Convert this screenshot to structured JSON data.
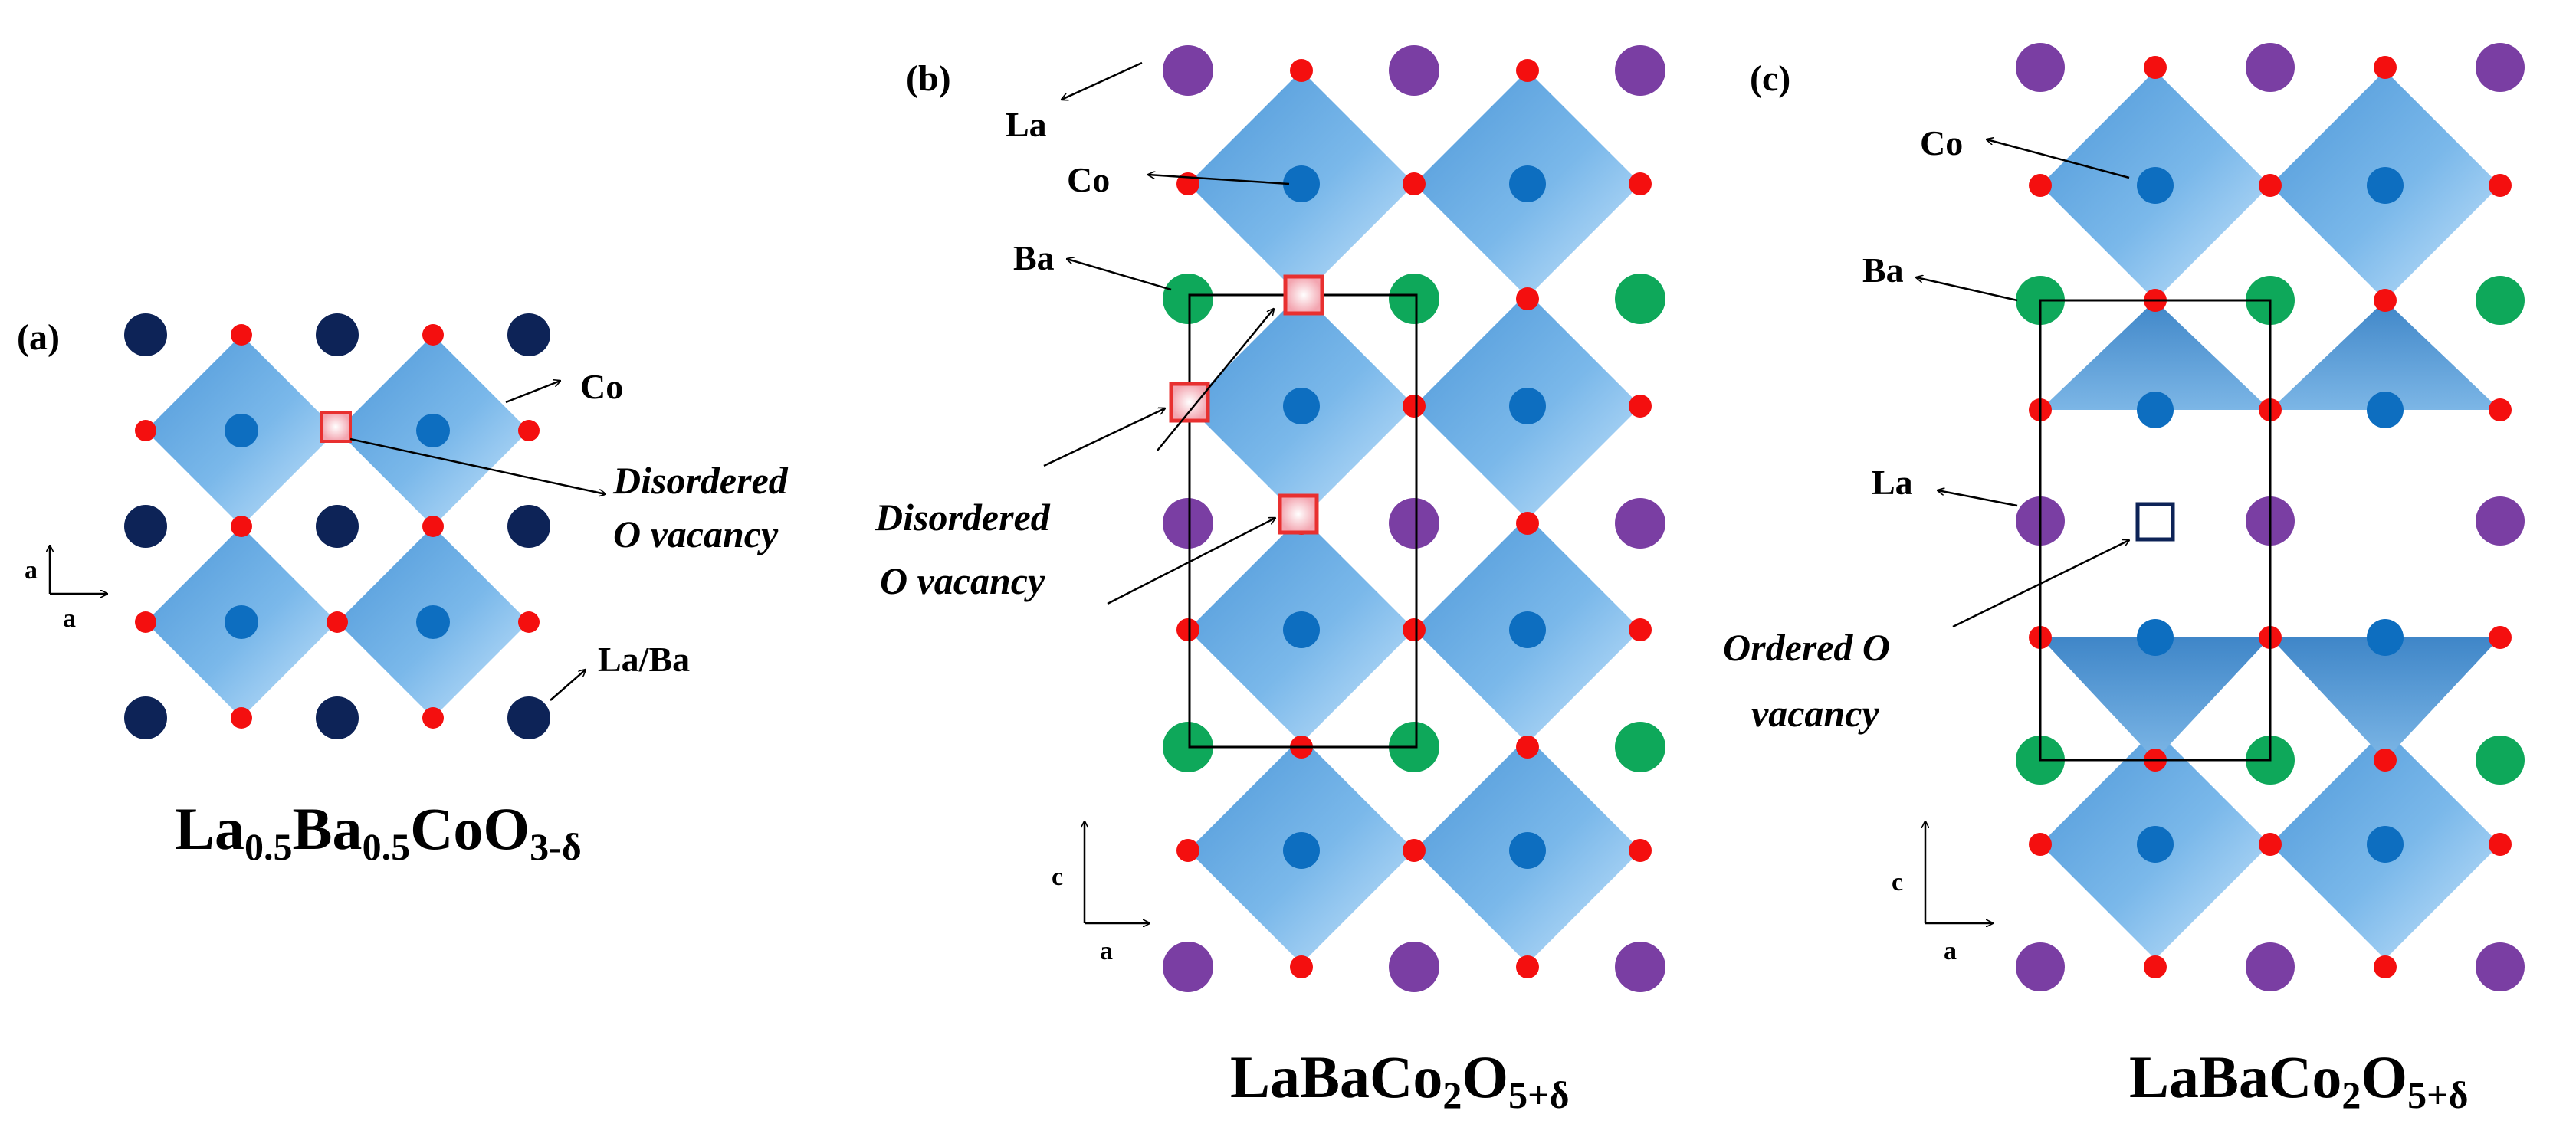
{
  "panels": {
    "a": {
      "panel_label": "(a)",
      "labels": {
        "co": "Co",
        "la_ba": "La/Ba"
      },
      "vacancy_label": [
        "Disordered",
        "O vacancy"
      ],
      "axes": [
        "a",
        "a"
      ],
      "formula": {
        "el1": "La",
        "sub1": "0.5",
        "el2": "Ba",
        "sub2": "0.5",
        "el3": "CoO",
        "sub3": "3-δ"
      }
    },
    "b": {
      "panel_label": "(b)",
      "labels": {
        "la": "La",
        "co": "Co",
        "ba": "Ba"
      },
      "vacancy_label": [
        "Disordered",
        "O vacancy"
      ],
      "axes": [
        "c",
        "a"
      ],
      "formula": {
        "el1": "LaBaCo",
        "sub1": "2",
        "el2": "O",
        "sub2": "5+δ"
      }
    },
    "c": {
      "panel_label": "(c)",
      "labels": {
        "co": "Co",
        "ba": "Ba",
        "la": "La"
      },
      "vacancy_label": [
        "Ordered O",
        "vacancy"
      ],
      "axes": [
        "c",
        "a"
      ],
      "formula": {
        "el1": "LaBaCo",
        "sub1": "2",
        "el2": "O",
        "sub2": "5+δ"
      }
    }
  },
  "colors": {
    "la_ba_atom": "#0d2357",
    "la_atom": "#7a3ea3",
    "ba_atom": "#0ea85a",
    "o_atom": "#f40f0f",
    "co_atom": "#0d6ec0",
    "octahedron": "#5fa8e2",
    "vacancy_disordered": "#e83030",
    "vacancy_ordered": "#0d2357"
  }
}
